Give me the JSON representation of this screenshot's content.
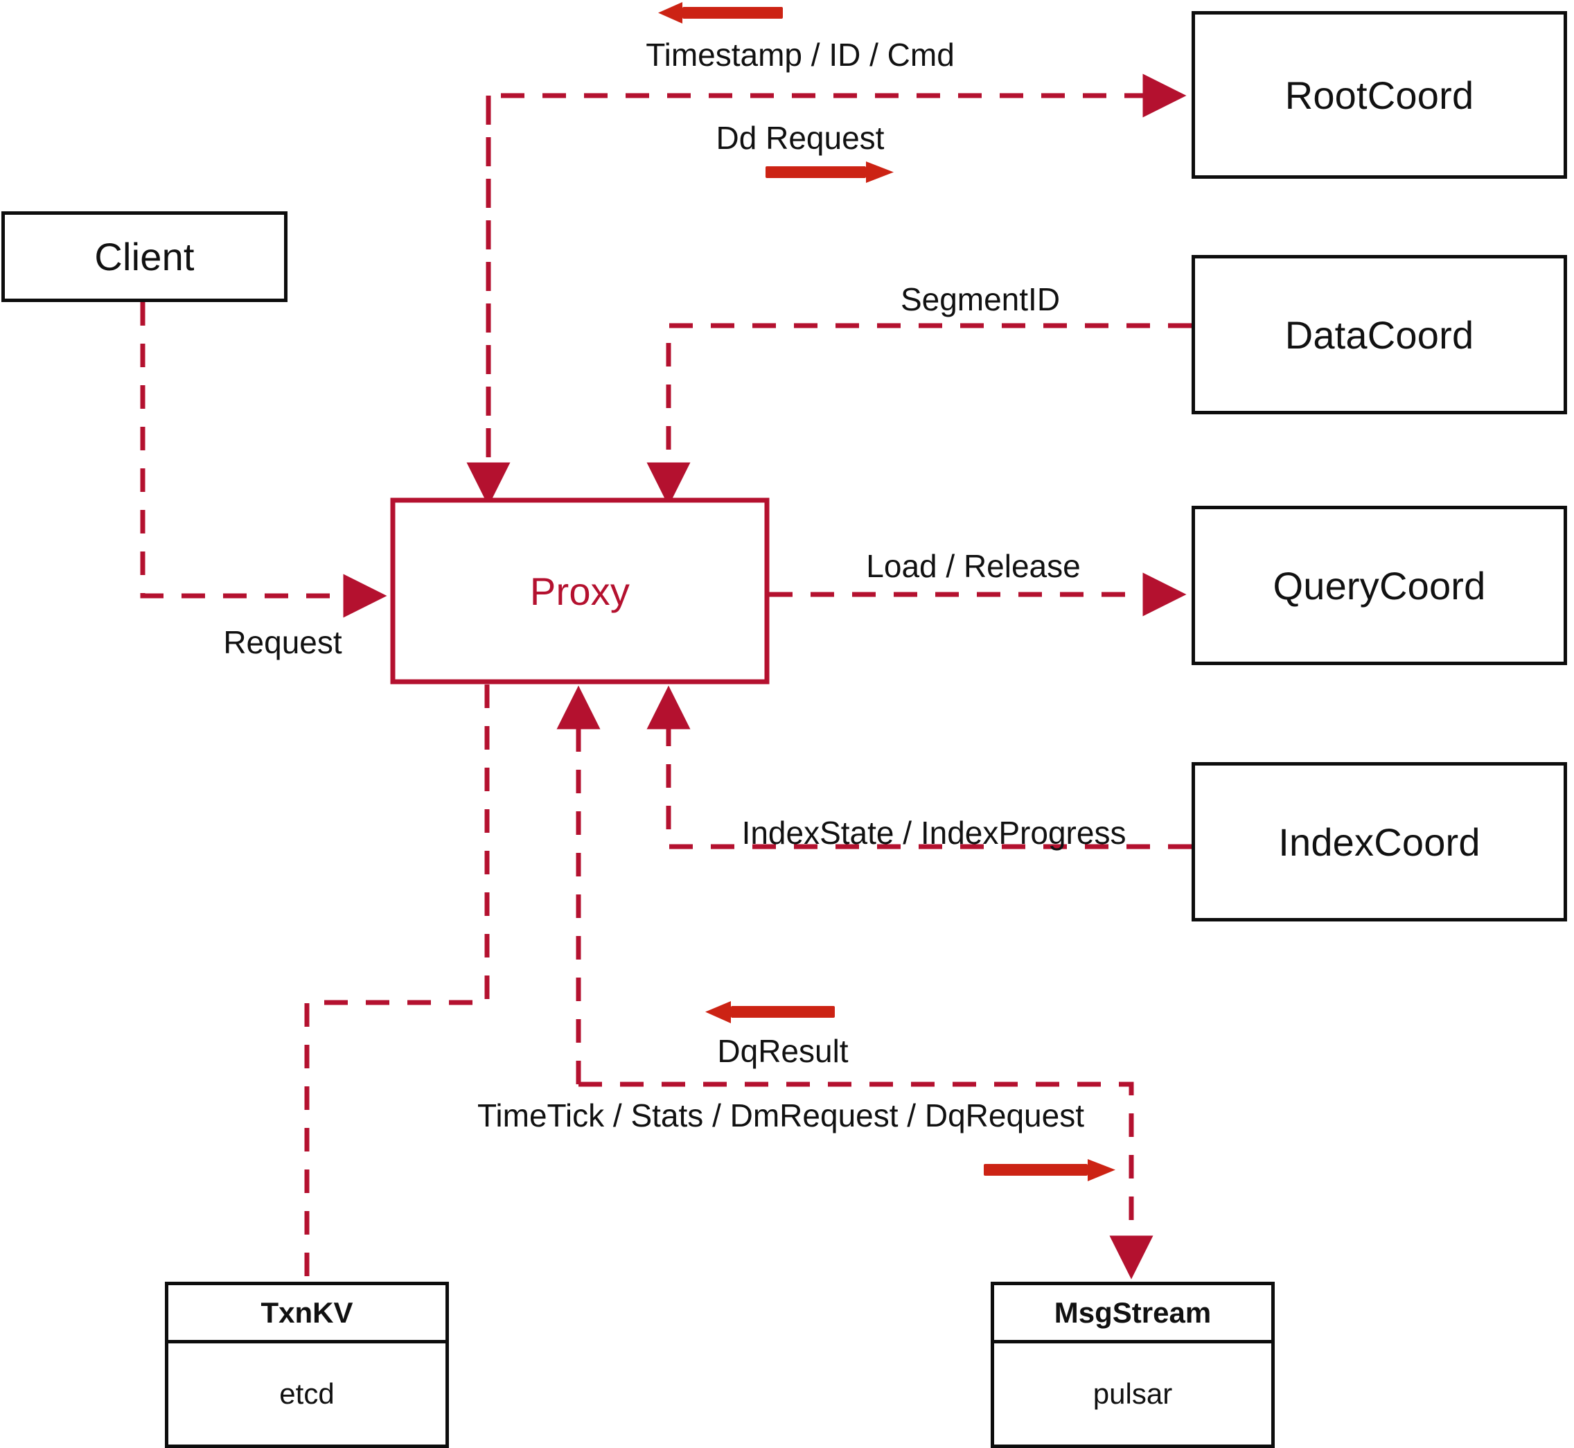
{
  "diagram": {
    "title": "Milvus Proxy interaction diagram",
    "colors": {
      "node_border_black": "#0d0d0d",
      "node_border_red": "#b4112f",
      "dashed_wire": "#b4112f",
      "solid_arrow": "#cc2314",
      "text": "#111111",
      "background": "#ffffff"
    }
  },
  "nodes": {
    "client": {
      "label": "Client"
    },
    "proxy": {
      "label": "Proxy"
    },
    "root_coord": {
      "label": "RootCoord"
    },
    "data_coord": {
      "label": "DataCoord"
    },
    "query_coord": {
      "label": "QueryCoord"
    },
    "index_coord": {
      "label": "IndexCoord"
    },
    "txn_kv": {
      "title": "TxnKV",
      "body": "etcd"
    },
    "msg_stream": {
      "title": "MsgStream",
      "body": "pulsar"
    }
  },
  "edge_labels": {
    "timestamp_id_cmd": "Timestamp / ID / Cmd",
    "dd_request": "Dd Request",
    "segment_id": "SegmentID",
    "load_release": "Load / Release",
    "index_state_progress": "IndexState / IndexProgress",
    "request": "Request",
    "dq_result": "DqResult",
    "timetick_stats": "TimeTick / Stats / DmRequest / DqRequest"
  }
}
